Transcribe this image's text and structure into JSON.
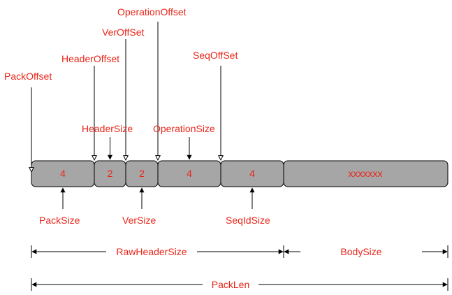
{
  "segments": [
    {
      "name": "pack-size",
      "label": "4"
    },
    {
      "name": "header-size",
      "label": "2"
    },
    {
      "name": "ver-size",
      "label": "2"
    },
    {
      "name": "operation-size",
      "label": "4"
    },
    {
      "name": "seq-id-size",
      "label": "4"
    },
    {
      "name": "body",
      "label": "xxxxxxx"
    }
  ],
  "labels": {
    "pack_offset": "PackOffset",
    "header_offset": "HeaderOffset",
    "ver_offset": "VerOffSet",
    "operation_offset": "OperationOffset",
    "seq_offset": "SeqOffSet",
    "header_size": "HeaderSize",
    "operation_size": "OperationSize",
    "pack_size": "PackSize",
    "ver_size": "VerSize",
    "seq_id_size": "SeqIdSize",
    "raw_header_size": "RawHeaderSize",
    "body_size": "BodySize",
    "pack_len": "PackLen"
  },
  "colors": {
    "label": "#e8261a",
    "segment_fill": "#a6a6a6",
    "line": "#000000"
  }
}
